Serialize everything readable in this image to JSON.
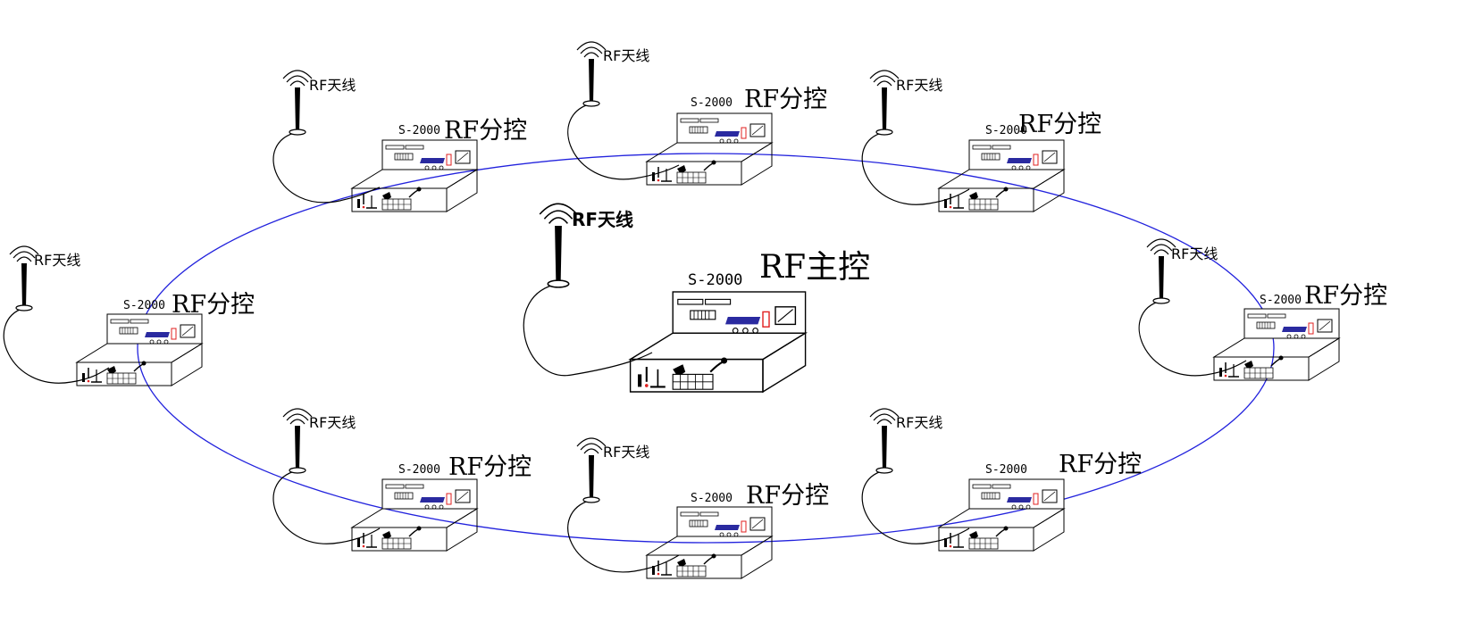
{
  "colors": {
    "ring_link": "#2222dd",
    "outline": "#000000",
    "panel_blue": "#2a2aa0",
    "indicator_red": "#e02020",
    "background": "#ffffff"
  },
  "main_unit": {
    "antenna_label": "RF天线",
    "model": "S-2000",
    "role": "RF主控"
  },
  "sub_units": [
    {
      "id": "top-left",
      "antenna_label": "RF天线",
      "model": "S-2000",
      "role": "RF分控"
    },
    {
      "id": "top-center",
      "antenna_label": "RF天线",
      "model": "S-2000",
      "role": "RF分控"
    },
    {
      "id": "top-right",
      "antenna_label": "RF天线",
      "model": "S-2000",
      "role": "RF分控"
    },
    {
      "id": "left",
      "antenna_label": "RF天线",
      "model": "S-2000",
      "role": "RF分控"
    },
    {
      "id": "right",
      "antenna_label": "RF天线",
      "model": "S-2000",
      "role": "RF分控"
    },
    {
      "id": "bottom-left",
      "antenna_label": "RF天线",
      "model": "S-2000",
      "role": "RF分控"
    },
    {
      "id": "bottom-center",
      "antenna_label": "RF天线",
      "model": "S-2000",
      "role": "RF分控"
    },
    {
      "id": "bottom-right",
      "antenna_label": "RF天线",
      "model": "S-2000",
      "role": "RF分控"
    }
  ]
}
